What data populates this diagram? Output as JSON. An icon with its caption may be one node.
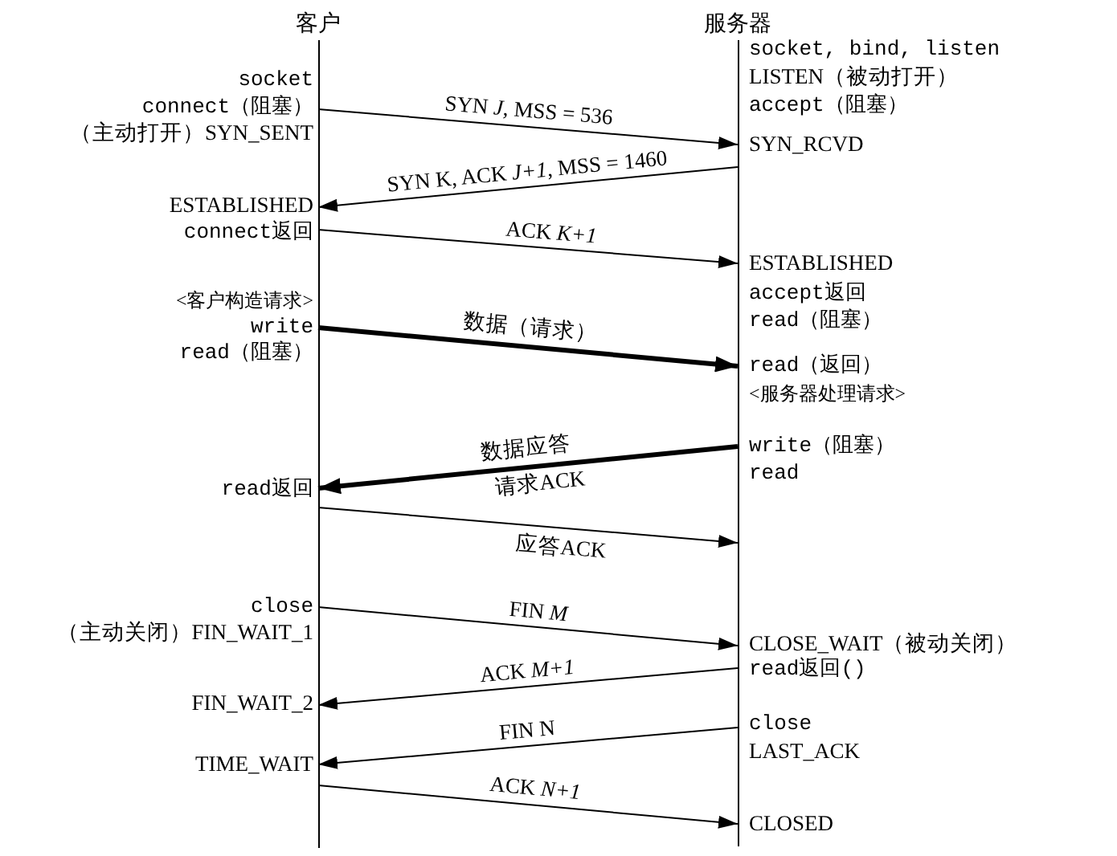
{
  "diagram": {
    "nodes": [
      {
        "text": [
          "客户"
        ],
        "beside": [
          "socket",
          "connect（阻塞）",
          "（主动打开）SYN_SENT",
          "ESTABLISHED",
          "connect返回",
          "<客户构造请求>",
          "write",
          "read（阻塞）",
          "read返回",
          "close",
          "（主动关闭）FIN_WAIT_1",
          "FIN_WAIT_2",
          "TIME_WAIT"
        ]
      },
      {
        "text": [
          "服务器"
        ],
        "beside": [
          "socket, bind, listen",
          "LISTEN（被动打开）",
          "accept（阻塞）",
          "SYN_RCVD",
          "ESTABLISHED",
          "accept返回",
          "read（阻塞）",
          "read（返回）",
          "<服务器处理请求>",
          "write（阻塞）",
          "read",
          "CLOSE_WAIT（被动关闭）",
          "read返回()",
          "close",
          "LAST_ACK",
          "CLOSED"
        ]
      }
    ],
    "edges": [
      {
        "from": 0,
        "to": 1,
        "arrow": "to",
        "label": "SYN *J*, MSS = 536"
      },
      {
        "from": 1,
        "to": 0,
        "arrow": "to",
        "label": "SYN K, ACK *J+1*, MSS = 1460"
      },
      {
        "from": 0,
        "to": 1,
        "arrow": "to",
        "label": "ACK *K+1*"
      },
      {
        "from": 0,
        "to": 1,
        "arrow": "to",
        "label": "数据（请求）",
        "style": "thick"
      },
      {
        "from": 1,
        "to": 0,
        "arrow": "to",
        "label": "数据应答",
        "style": "thick"
      },
      {
        "from": 0,
        "to": 1,
        "arrow": "to",
        "label": "应答ACK"
      },
      {
        "from": 0,
        "to": 1,
        "arrow": "to",
        "label": "FIN *M*"
      },
      {
        "from": 1,
        "to": 0,
        "arrow": "to",
        "label": "ACK *M+1*"
      },
      {
        "from": 1,
        "to": 0,
        "arrow": "to",
        "label": "FIN N"
      },
      {
        "from": 0,
        "to": 1,
        "arrow": "to",
        "label": "ACK *N+1*"
      }
    ],
    "labels": [
      "请求ACK"
    ]
  }
}
